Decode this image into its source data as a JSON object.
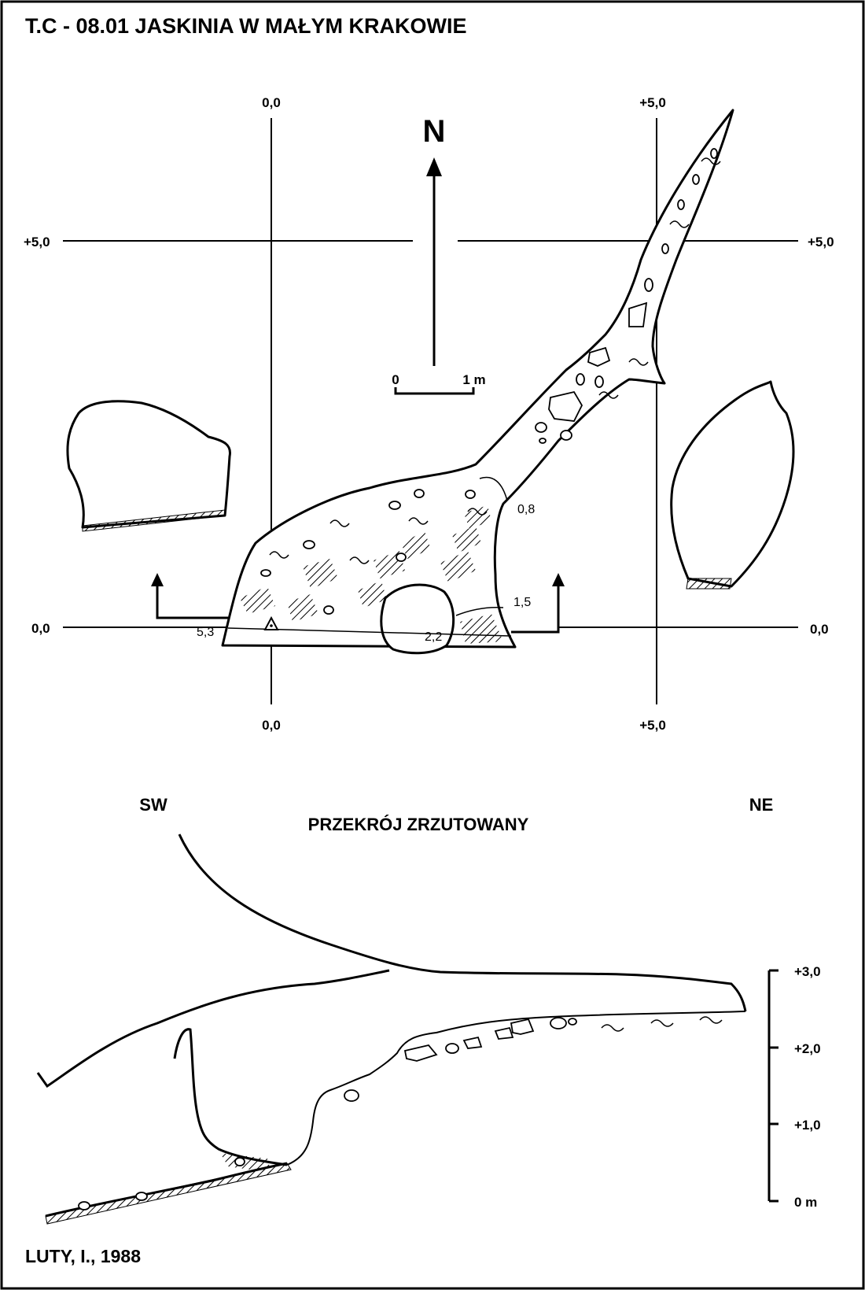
{
  "title": "T.C - 08.01  JASKINIA W MAŁYM KRAKOWIE",
  "plan": {
    "north_label": "N",
    "scale_bar": {
      "start": "0",
      "end": "1 m"
    },
    "grid_labels": {
      "top_x0": "0,0",
      "top_x5": "+5,0",
      "left_y5": "+5,0",
      "right_y5": "+5,0",
      "left_y0": "0,0",
      "right_y0": "0,0",
      "bottom_x0": "0,0",
      "bottom_x5": "+5,0"
    },
    "depth_labels": [
      "5,3",
      "2,2",
      "1,5",
      "0,8"
    ]
  },
  "section": {
    "title": "PRZEKRÓJ ZRZUTOWANY",
    "left_direction": "SW",
    "right_direction": "NE",
    "height_scale": [
      "+3,0",
      "+2,0",
      "+1,0",
      "0 m"
    ]
  },
  "author": "LUTY, I., 1988"
}
